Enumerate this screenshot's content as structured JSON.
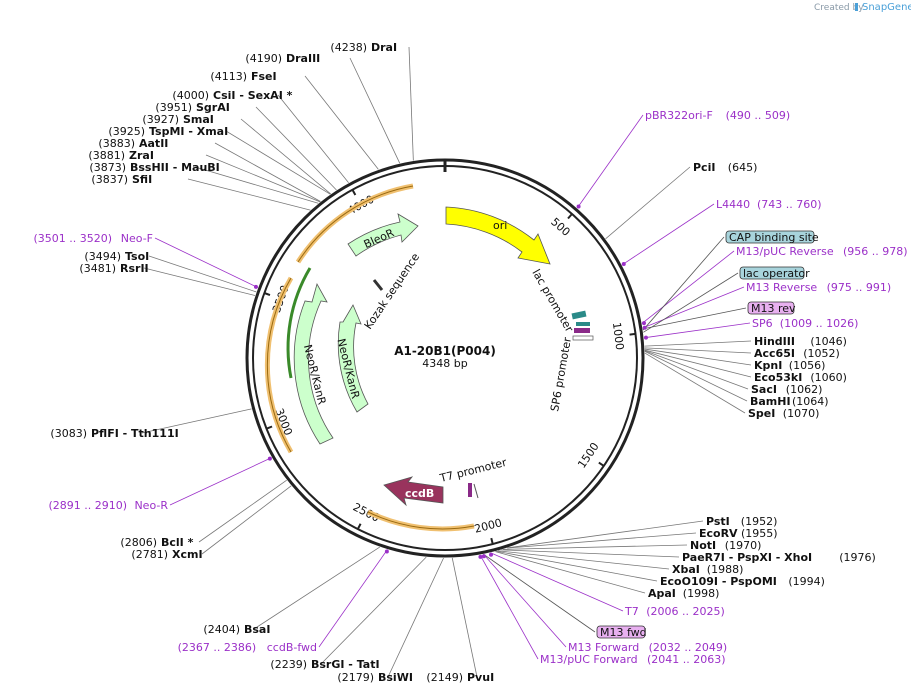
{
  "credit": {
    "text": "Created by",
    "brand": "SnapGene"
  },
  "plasmid": {
    "name": "A1-20B1(P004)",
    "size_label": "4348 bp",
    "length": 4348
  },
  "colors": {
    "backbone": "#222222",
    "ori": "#ffff00",
    "resistance": "#ccffcc",
    "ccdB": "#99335d",
    "primer_highlight": "#e8b0f0",
    "feature_box": "#a8d4dc",
    "primer_text": "#9b30c8",
    "orange_arc": "#f0c070"
  },
  "ticks": [
    {
      "pos": 500,
      "label": "500"
    },
    {
      "pos": 1000,
      "label": "1000"
    },
    {
      "pos": 1500,
      "label": "1500"
    },
    {
      "pos": 2000,
      "label": "2000"
    },
    {
      "pos": 2500,
      "label": "2500"
    },
    {
      "pos": 3000,
      "label": "3000"
    },
    {
      "pos": 3500,
      "label": "3500"
    },
    {
      "pos": 4000,
      "label": "4000"
    }
  ],
  "enzymes_left": [
    {
      "pos": "(4238)",
      "name": "DraI"
    },
    {
      "pos": "(4190)",
      "name": "DraIII"
    },
    {
      "pos": "(4113)",
      "name": "FseI"
    },
    {
      "pos": "(4000)",
      "name": "CsiI - SexAI *"
    },
    {
      "pos": "(3951)",
      "name": "SgrAI"
    },
    {
      "pos": "(3927)",
      "name": "SmaI"
    },
    {
      "pos": "(3925)",
      "name": "TspMI - XmaI"
    },
    {
      "pos": "(3883)",
      "name": "AatII"
    },
    {
      "pos": "(3881)",
      "name": "ZraI"
    },
    {
      "pos": "(3873)",
      "name": "BssHII - MauBI"
    },
    {
      "pos": "(3837)",
      "name": "SfiI"
    },
    {
      "pos": "(3494)",
      "name": "TsoI"
    },
    {
      "pos": "(3481)",
      "name": "RsrII"
    },
    {
      "pos": "(3083)",
      "name": "PflFI - Tth111I"
    },
    {
      "pos": "(2806)",
      "name": "BclI *"
    },
    {
      "pos": "(2781)",
      "name": "XcmI"
    },
    {
      "pos": "(2404)",
      "name": "BsaI"
    },
    {
      "pos": "(2239)",
      "name": "BsrGI - TatI"
    },
    {
      "pos": "(2179)",
      "name": "BsiWI"
    },
    {
      "pos": "(2149)",
      "name": "PvuI"
    }
  ],
  "enzymes_right": [
    {
      "name": "PciI",
      "pos": "(645)"
    },
    {
      "name": "HindIII",
      "pos": "(1046)"
    },
    {
      "name": "Acc65I",
      "pos": "(1052)"
    },
    {
      "name": "KpnI",
      "pos": "(1056)"
    },
    {
      "name": "Eco53kI",
      "pos": "(1060)"
    },
    {
      "name": "SacI",
      "pos": "(1062)"
    },
    {
      "name": "BamHI",
      "pos": "(1064)"
    },
    {
      "name": "SpeI",
      "pos": "(1070)"
    },
    {
      "name": "PstI",
      "pos": "(1952)"
    },
    {
      "name": "EcoRV",
      "pos": "(1955)"
    },
    {
      "name": "NotI",
      "pos": "(1970)"
    },
    {
      "name": "PaeR7I - PspXI - XhoI",
      "pos": "(1976)"
    },
    {
      "name": "XbaI",
      "pos": "(1988)"
    },
    {
      "name": "EcoO109I - PspOMI",
      "pos": "(1994)"
    },
    {
      "name": "ApaI",
      "pos": "(1998)"
    }
  ],
  "primers": [
    {
      "name": "pBR322ori-F",
      "range": "(490 .. 509)"
    },
    {
      "name": "L4440",
      "range": "(743 .. 760)"
    },
    {
      "name": "M13/pUC Reverse",
      "range": "(956 .. 978)"
    },
    {
      "name": "M13 Reverse",
      "range": "(975 .. 991)"
    },
    {
      "name": "SP6",
      "range": "(1009 .. 1026)"
    },
    {
      "name": "T7",
      "range": "(2006 .. 2025)"
    },
    {
      "name": "M13 Forward",
      "range": "(2032 .. 2049)"
    },
    {
      "name": "M13/pUC Forward",
      "range": "(2041 .. 2063)"
    },
    {
      "name": "ccdB-fwd",
      "range": "(2367 .. 2386)"
    },
    {
      "name": "Neo-R",
      "range": "(2891 .. 2910)"
    },
    {
      "name": "Neo-F",
      "range": "(3501 .. 3520)"
    }
  ],
  "boxed_features": [
    {
      "name": "CAP binding site"
    },
    {
      "name": "lac operator"
    },
    {
      "name": "M13 rev"
    },
    {
      "name": "M13 fwd"
    }
  ],
  "features": [
    {
      "name": "ori"
    },
    {
      "name": "BleoR"
    },
    {
      "name": "NeoR/KanR"
    },
    {
      "name": "NeoR/KanR"
    },
    {
      "name": "ccdB"
    },
    {
      "name": "Kozak sequence"
    },
    {
      "name": "lac promoter"
    },
    {
      "name": "SP6 promoter"
    },
    {
      "name": "T7 promoter"
    }
  ]
}
